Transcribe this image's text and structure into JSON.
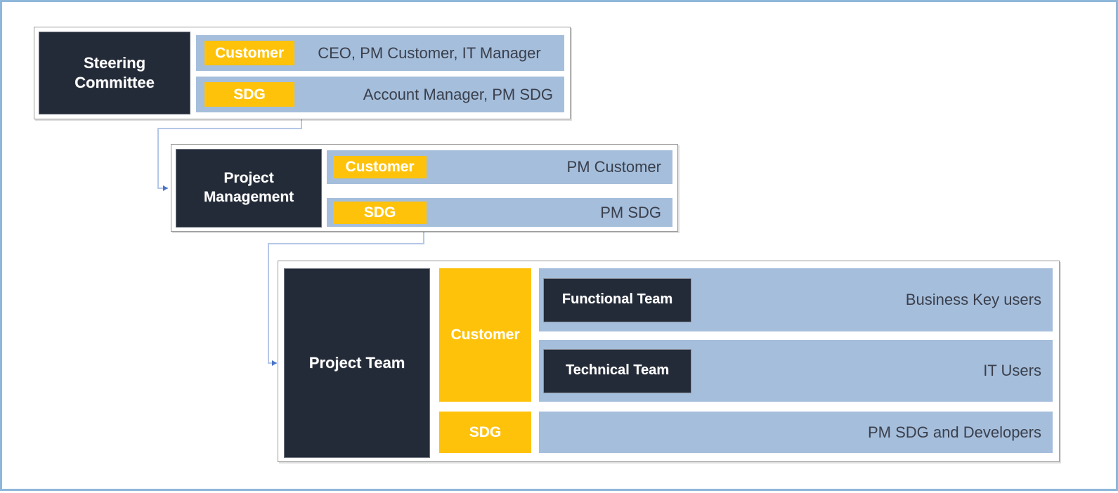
{
  "diagram": {
    "type": "organizational-hierarchy",
    "title": "",
    "colors": {
      "dark_navy": "#242B38",
      "amber": "#FFC20A",
      "steel_blue": "#A5BEDB",
      "frame_border": "#9A9A9A",
      "outer_border": "#8FB7DA",
      "bar_text": "#3A3F4C",
      "connector": "#B4C7E7",
      "background": "#FFFFFF"
    },
    "levels": [
      {
        "id": "steering-committee",
        "title": "Steering\nCommittee",
        "title_line1": "Steering",
        "title_line2": "Committee",
        "rows": [
          {
            "party": "Customer",
            "members": "CEO, PM Customer, IT Manager",
            "align": "center"
          },
          {
            "party": "SDG",
            "members": "Account Manager, PM SDG",
            "align": "right"
          }
        ]
      },
      {
        "id": "project-management",
        "title": "Project\nManagement",
        "title_line1": "Project",
        "title_line2": "Management",
        "rows": [
          {
            "party": "Customer",
            "members": "PM Customer",
            "align": "right"
          },
          {
            "party": "SDG",
            "members": "PM SDG",
            "align": "right"
          }
        ]
      },
      {
        "id": "project-team",
        "title": "Project Team",
        "title_line1": "Project Team",
        "title_line2": "",
        "groups": [
          {
            "party": "Customer",
            "rows": [
              {
                "team": "Functional Team",
                "members": "Business Key users"
              },
              {
                "team": "Technical Team",
                "members": "IT Users"
              }
            ]
          },
          {
            "party": "SDG",
            "rows": [
              {
                "team": "",
                "members": "PM SDG and Developers"
              }
            ]
          }
        ]
      }
    ],
    "connectors": [
      {
        "from": "steering-committee",
        "to": "project-management",
        "style": "elbow-arrow"
      },
      {
        "from": "project-management",
        "to": "project-team",
        "style": "elbow-arrow"
      }
    ]
  }
}
